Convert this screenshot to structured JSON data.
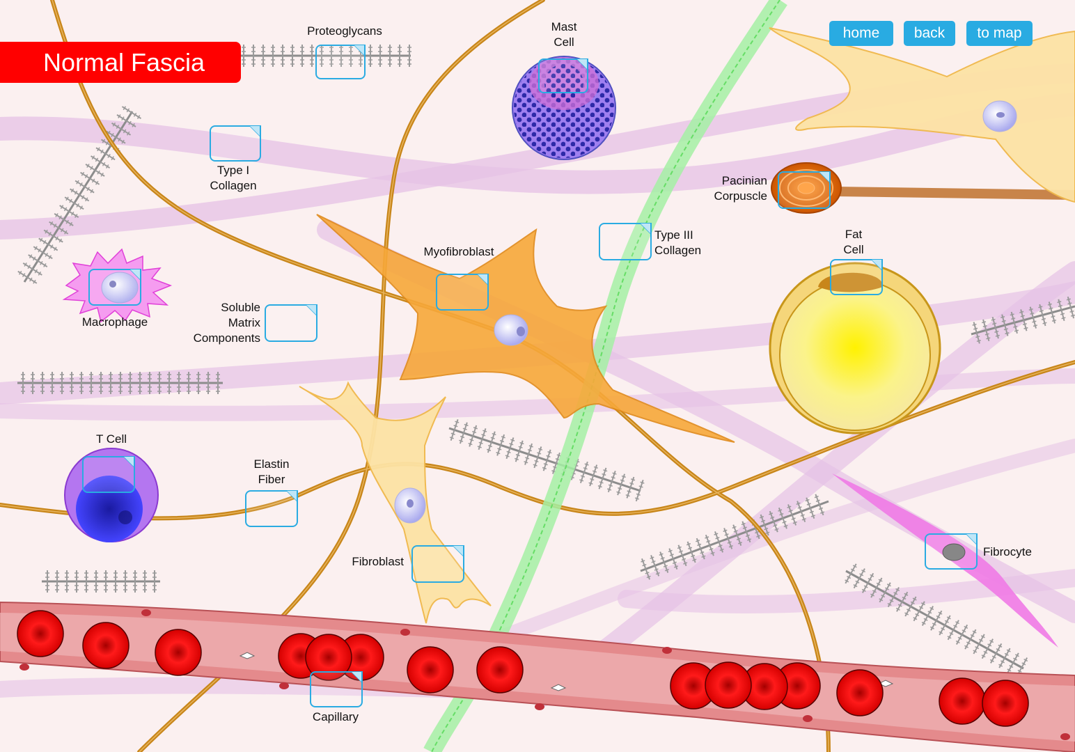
{
  "title": "Normal Fascia",
  "nav": {
    "home": "home",
    "back": "back",
    "map": "to map"
  },
  "labels": {
    "proteoglycans": "Proteoglycans",
    "mast_cell": "Mast\nCell",
    "type1_collagen": "Type I\nCollagen",
    "type3_collagen": "Type III\nCollagen",
    "pacinian": "Pacinian\nCorpuscle",
    "myofibroblast": "Myofibroblast",
    "fat_cell": "Fat\nCell",
    "macrophage": "Macrophage",
    "soluble_matrix": "Soluble\nMatrix\nComponents",
    "t_cell": "T Cell",
    "elastin": "Elastin\nFiber",
    "fibroblast": "Fibroblast",
    "fibrocyte": "Fibrocyte",
    "capillary": "Capillary"
  },
  "colors": {
    "accent": "#29abe2",
    "title_bg": "#ff0000",
    "background": "#fbf0f0",
    "elastin": "#c8861a",
    "collagen_type1": "#e2b8e2",
    "collagen_type3": "#88e888",
    "myofibroblast": "#f7a83a",
    "fibroblast": "#fbd27a",
    "capillary": "#d9696b",
    "red_blood_cell": "#e00000"
  }
}
